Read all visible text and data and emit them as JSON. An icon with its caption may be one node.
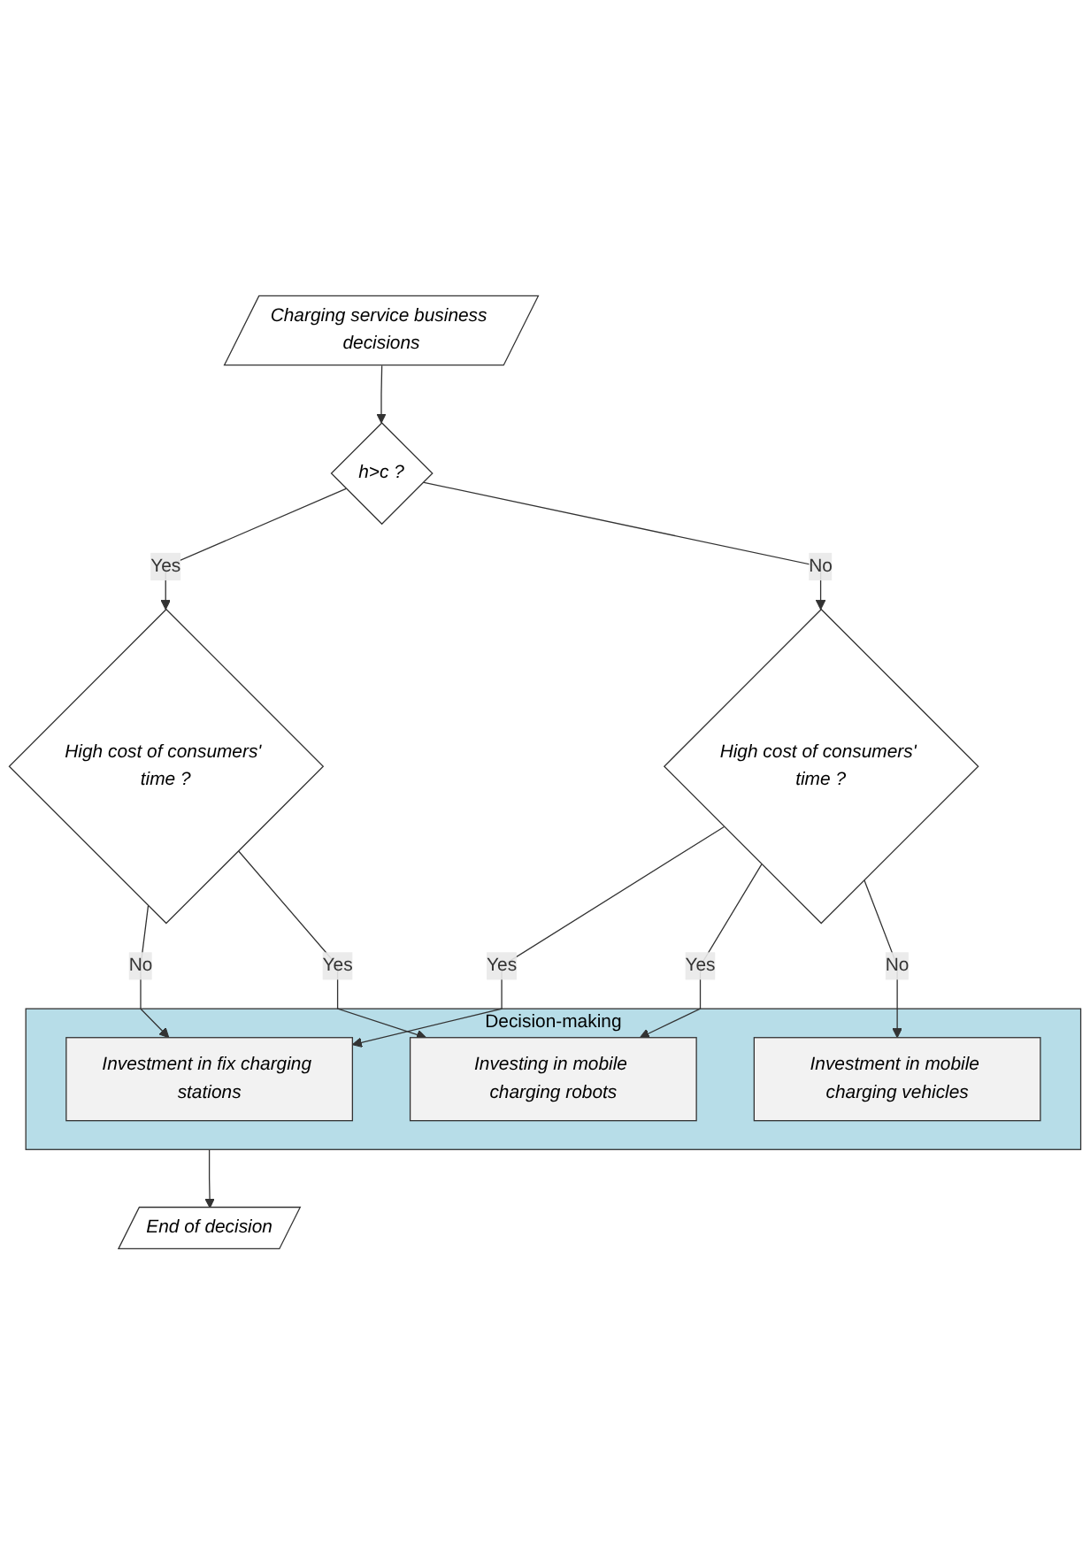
{
  "diagram": {
    "nodes": [
      {
        "text": [
          "Charging service business decisions"
        ]
      },
      {
        "text": [
          "h>c ?"
        ]
      },
      {
        "text": [
          "High cost of consumers' time ?"
        ]
      },
      {
        "text": [
          "High cost of consumers' time ?"
        ]
      },
      {
        "text": [
          "Decision-making"
        ]
      },
      {
        "text": [
          "Investment in fix charging stations"
        ],
        "in": 4
      },
      {
        "text": [
          "Investment in mobile charging vehicles"
        ],
        "in": 4
      },
      {
        "text": [
          "Investing in mobile charging robots"
        ],
        "in": 4
      },
      {
        "text": [
          "End of decision"
        ]
      }
    ],
    "edges": [
      {
        "from": 0,
        "to": 1,
        "arrow": "to"
      },
      {
        "from": 1,
        "to": 2,
        "arrow": "to",
        "label": "Yes"
      },
      {
        "from": 1,
        "to": 3,
        "arrow": "to",
        "label": "No"
      },
      {
        "from": 2,
        "to": 5,
        "arrow": "to",
        "label": "No"
      },
      {
        "from": 2,
        "to": 7,
        "arrow": "to",
        "label": "Yes"
      },
      {
        "from": 3,
        "to": 5,
        "arrow": "to",
        "label": "Yes"
      },
      {
        "from": 3,
        "to": 7,
        "arrow": "to",
        "label": "Yes"
      },
      {
        "from": 3,
        "to": 6,
        "arrow": "to",
        "label": "No"
      },
      {
        "from": 4,
        "to": 8,
        "arrow": "to"
      }
    ]
  }
}
